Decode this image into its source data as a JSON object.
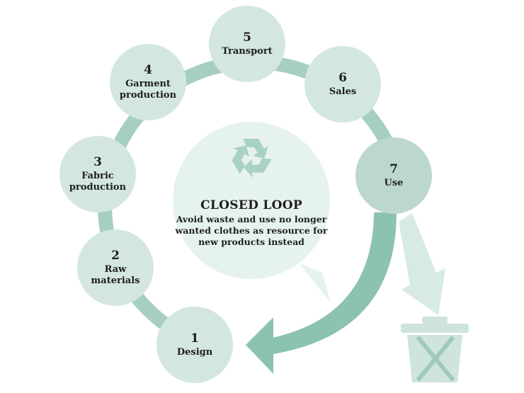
{
  "center": {
    "title": "CLOSED LOOP",
    "text": "Avoid waste and use no longer\nwanted clothes as resource for\nnew products instead"
  },
  "steps": [
    {
      "num": "1",
      "label": "Design"
    },
    {
      "num": "2",
      "label": "Raw\nmaterials"
    },
    {
      "num": "3",
      "label": "Fabric\nproduction"
    },
    {
      "num": "4",
      "label": "Garment\nproduction"
    },
    {
      "num": "5",
      "label": "Transport"
    },
    {
      "num": "6",
      "label": "Sales"
    },
    {
      "num": "7",
      "label": "Use"
    }
  ],
  "icons": [
    "recycle-icon",
    "crossed-out-trash-bin-icon"
  ],
  "colors": {
    "ring": "#9ccbbb",
    "node": "#d3e7e0",
    "center_bubble": "#e6f2ee",
    "arrow": "#8cc2b0",
    "text": "#1e1e1e"
  }
}
